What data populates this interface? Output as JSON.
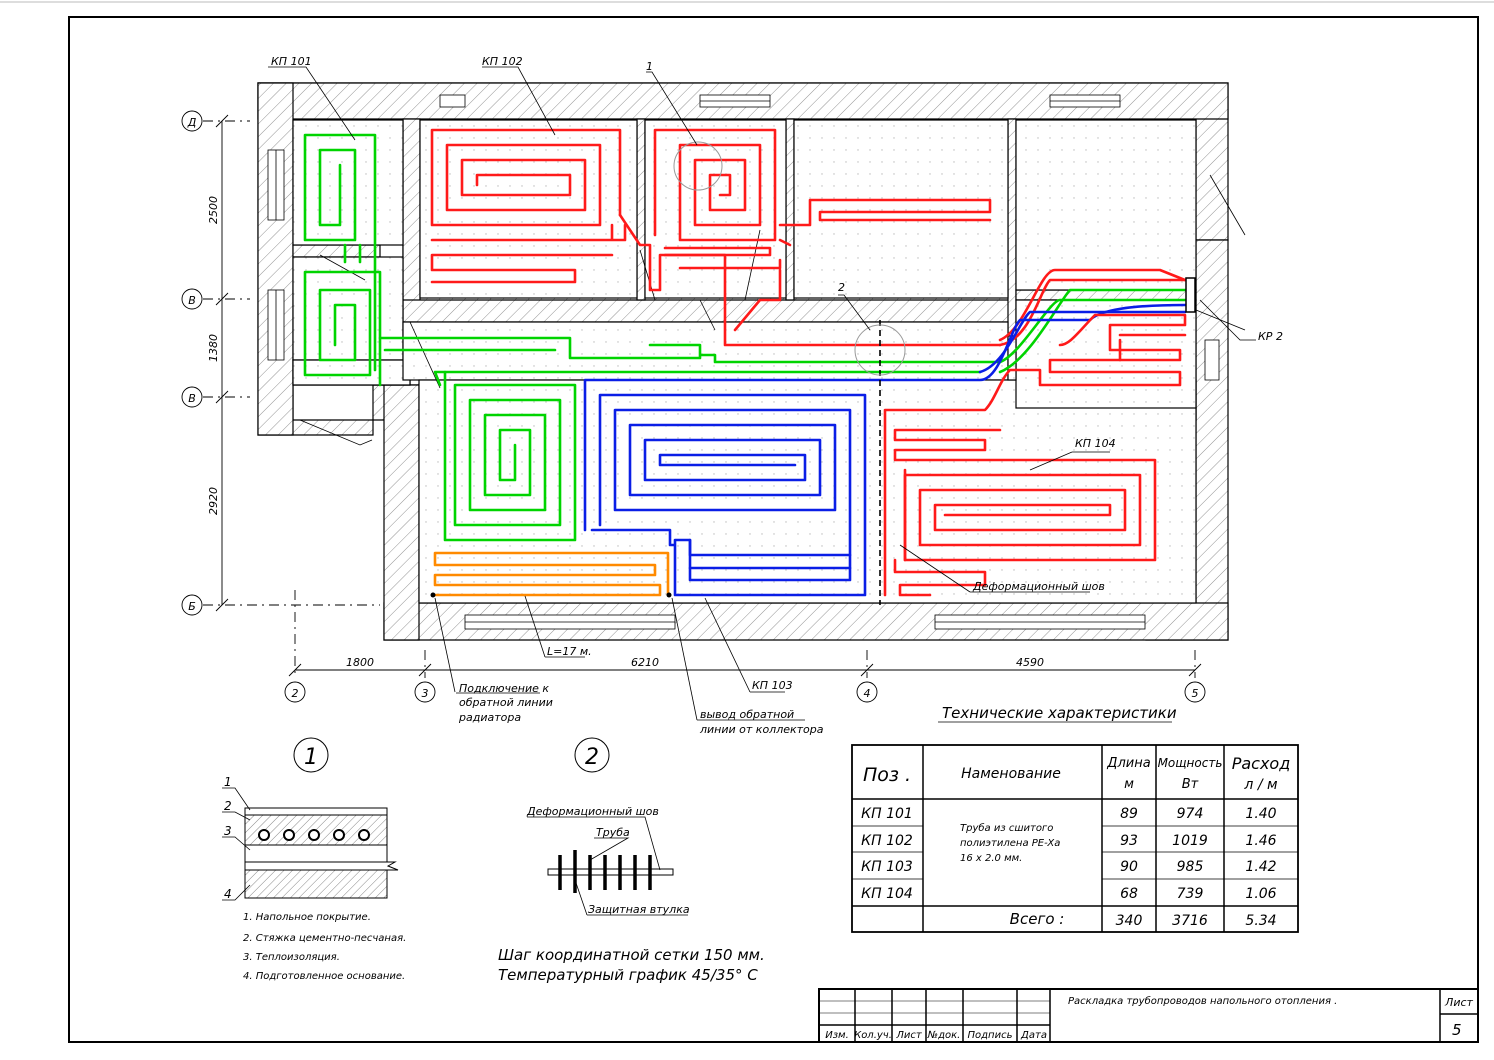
{
  "colors": {
    "kp101": "#00d400",
    "kp102": "#ff1a1a",
    "kp103": "#0a1ee6",
    "kp104": "#ff1a1a",
    "radiator_return": "#ff8a00"
  },
  "labels": {
    "kp101": "КП 101",
    "kp102": "КП 102",
    "kp103": "КП 103",
    "kp104": "КП 104",
    "kr2": "КР 2",
    "mark1": "1",
    "mark2": "2",
    "deform_joint": "Деформационный шов",
    "length": "L=17 м.",
    "radiator_conn": [
      "Подключение к",
      "обратной линии",
      "радиатора"
    ],
    "collector_out": [
      "вывод обратной",
      "линии от коллектора"
    ]
  },
  "axes": {
    "rows": [
      "Д",
      "В",
      "В",
      "Б"
    ],
    "cols": [
      "2",
      "3",
      "4",
      "5"
    ],
    "vertical_dims": [
      "2500",
      "1380",
      "2920"
    ],
    "horizontal_dims": [
      "1800",
      "6210",
      "4590"
    ]
  },
  "details": {
    "circle1": "1",
    "circle2": "2",
    "layer_numbers": [
      "1",
      "2",
      "3",
      "4"
    ],
    "legend": [
      "1. Напольное покрытие.",
      "2. Стяжка цементно-песчаная.",
      "3. Теплоизоляция.",
      "4. Подготовленное основание."
    ],
    "detail2_labels": [
      "Деформационный шов",
      "Труба",
      "Защитная втулка"
    ]
  },
  "notes": [
    "Шаг координатной сетки 150 мм.",
    "Температурный график 45/35° С"
  ],
  "table": {
    "title": "Технические характеристики",
    "headers": {
      "pos": "Поз .",
      "name": "Наменование",
      "length": [
        "Длина",
        "м"
      ],
      "power": [
        "Мощность",
        "Вт"
      ],
      "flow": [
        "Расход",
        "л / м"
      ]
    },
    "description": [
      "Труба из сшитого",
      "полиэтилена PE-Xa",
      "16 х 2.0 мм."
    ],
    "rows": [
      {
        "pos": "КП 101",
        "length": "89",
        "power": "974",
        "flow": "1.40"
      },
      {
        "pos": "КП 102",
        "length": "93",
        "power": "1019",
        "flow": "1.46"
      },
      {
        "pos": "КП 103",
        "length": "90",
        "power": "985",
        "flow": "1.42"
      },
      {
        "pos": "КП 104",
        "length": "68",
        "power": "739",
        "flow": "1.06"
      }
    ],
    "total": {
      "label": "Всего :",
      "length": "340",
      "power": "3716",
      "flow": "5.34"
    }
  },
  "stamp": {
    "cols": [
      "Изм.",
      "Кол.уч.",
      "Лист",
      "№док.",
      "Подпись",
      "Дата"
    ],
    "title": "Раскладка трубопроводов напольного отопления .",
    "sheet_label": "Лист",
    "sheet_number": "5"
  }
}
